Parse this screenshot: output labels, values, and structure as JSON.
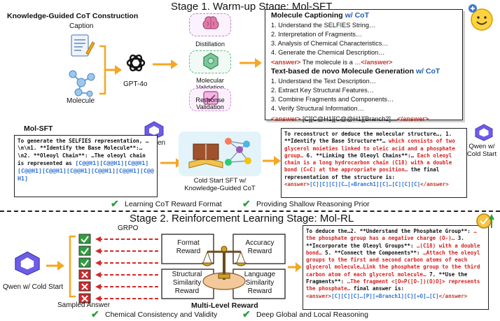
{
  "stage1_title": "Stage 1. Warm-up Stage: Mol-SFT",
  "stage2_title": "Stage 2. Reinforcement Learning Stage: Mol-RL",
  "construction_title": "Knowledge-Guided CoT Construction",
  "caption_label": "Caption",
  "molecule_label": "Molecule",
  "gpt_label": "GPT-4o",
  "filters": [
    "Distillation",
    "Molecular\nValidation",
    "Response\nValidation"
  ],
  "captioning": {
    "title": "Molecule Captioning",
    "cot": "w/ CoT",
    "steps": [
      "1. Understand the SELFIES String…",
      "2. Interpretation of Fragments…",
      "3. Analysis of Chemical Characteristics…",
      "4. Generate the Chemical Description…"
    ],
    "answer_open": "<answer>",
    "answer_text": "The molecule is a …",
    "answer_close": "</answer>"
  },
  "generation": {
    "title": "Text-based de novo Molecule Generation",
    "cot": "w/ CoT",
    "steps": [
      "1. Understand the Text Description…",
      "2. Extract Key Structural Features…",
      "3. Combine Fragments and Components…",
      "4. Verify Structural Information…"
    ],
    "answer_open": "<answer>",
    "answer_text": "[C][C@H1][C@@H1][Branch2]…",
    "answer_close": "</answer>"
  },
  "mol_sft_title": "Mol-SFT",
  "qwen_label": "Qwen",
  "qwen_cold_label": "Qwen w/\nCold Start",
  "sft_text_black": "To generate the SELFIES representation, …\\n\\n1. **Identify the Base Molecule**:…\\n2. **Oleoyl Chain**: …The oleoyl chain is represented as",
  "sft_text_blue": "[C@@H1][C@@H1][C@@H1][C@@H1][C@@H1][C@@H1][C@@H1][C@@H1][C@@H1]",
  "cold_start_label": "Cold Start SFT w/\nKnowledge-Guided CoT",
  "reconstruct": {
    "p1": "To reconstruct or deduce the molecular structure…, 1. **Identify the Base Structure**…",
    "p1_red": "which consists of two glycerol moieties linked to oleic acid and a phosphate group…",
    "p2": "6. **Linking the Oleoyl Chains**:…",
    "p2_red": "Each oleoyl chain is a long hydrocarbon chain (C18) with a double bond (C=C) at the appropriate position…",
    "p3": "the final representation of the structure is:",
    "answer_open": "<answer>",
    "answer_text": "[C][C][C][C…[=Branch1][C]…[C][C][C]",
    "answer_close": "</answer>"
  },
  "learn1": "Learning CoT Reward Format",
  "learn2": "Providing Shallow Reasoning Prior",
  "grpo_label": "GRPO",
  "qwen_cold_rl_label": "Qwen w/ Cold Start",
  "sampled_label": "Sampled Answer",
  "sample_marks": [
    "check",
    "check",
    "check",
    "cross",
    "cross",
    "cross"
  ],
  "rewards": [
    "Format\nReward",
    "Accuracy\nReward",
    "Structural\nSimilarity\nReward",
    "Language\nSimilarity\nReward"
  ],
  "multilevel_label": "Multi-Level Reward",
  "deduce": {
    "p1": "To deduce the…2. **Understand the Phosphate Group**:",
    "p1_red": "…the phosphate group has a negative charge (O-)…",
    "p2": "3. **Incorporate the Oleoyl Groups**:",
    "p2_red": "…(C18) with a double bond…",
    "p3": "5. **Connect the Components**:",
    "p3_red": "…Attach the oleoyl groups to the first and second carbon atoms of each glycerol molecule…Link the phosphate group to the third carbon atom of each glycerol molecule…",
    "p4": "7. **Use the Fragments**:",
    "p4_red": "…The fragment <[O=P([O-])(O)O]> represents the phosphate…",
    "p5": "final answer is:",
    "answer_open": "<answer>",
    "answer_text": "[C][C][C]…[P][=Branch1][C][=O]…[C]",
    "answer_close": "</answer>"
  },
  "bottom1": "Chemical Consistency and Validity",
  "bottom2": "Deep Global and Local Reasoning"
}
